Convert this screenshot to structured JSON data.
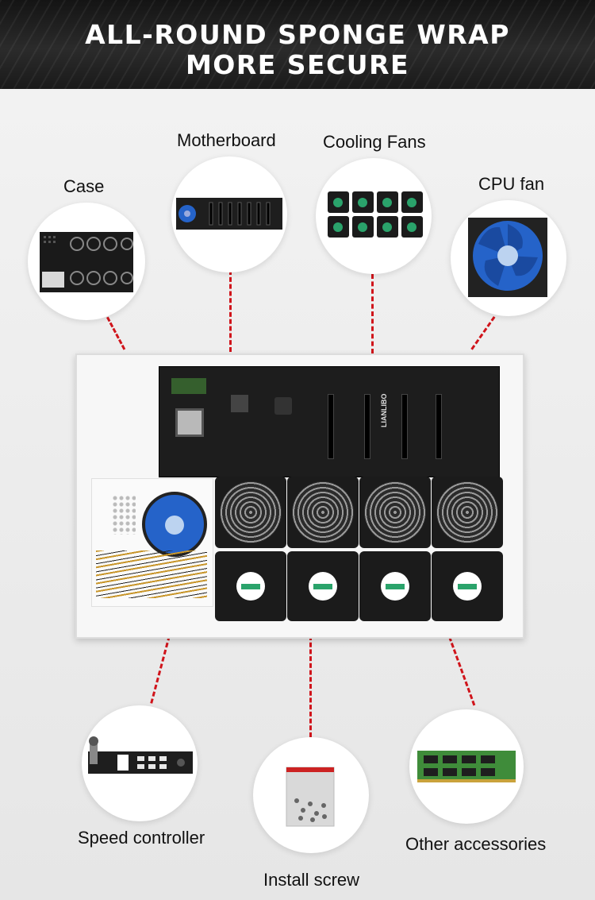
{
  "header": {
    "line1": "ALL-ROUND SPONGE WRAP",
    "line2": "MORE SECURE"
  },
  "labels": {
    "case": "Case",
    "motherboard": "Motherboard",
    "cooling_fans": "Cooling Fans",
    "cpu_fan": "CPU fan",
    "speed_controller": "Speed controller",
    "install_screw": "Install screw",
    "other_accessories": "Other accessories"
  },
  "board_brand": "LIANLIBO",
  "colors": {
    "accent_dash": "#d0141b",
    "header_bg": "#1f1f1f",
    "fan_blue": "#2563c9",
    "ram_green": "#3f8c3a"
  }
}
